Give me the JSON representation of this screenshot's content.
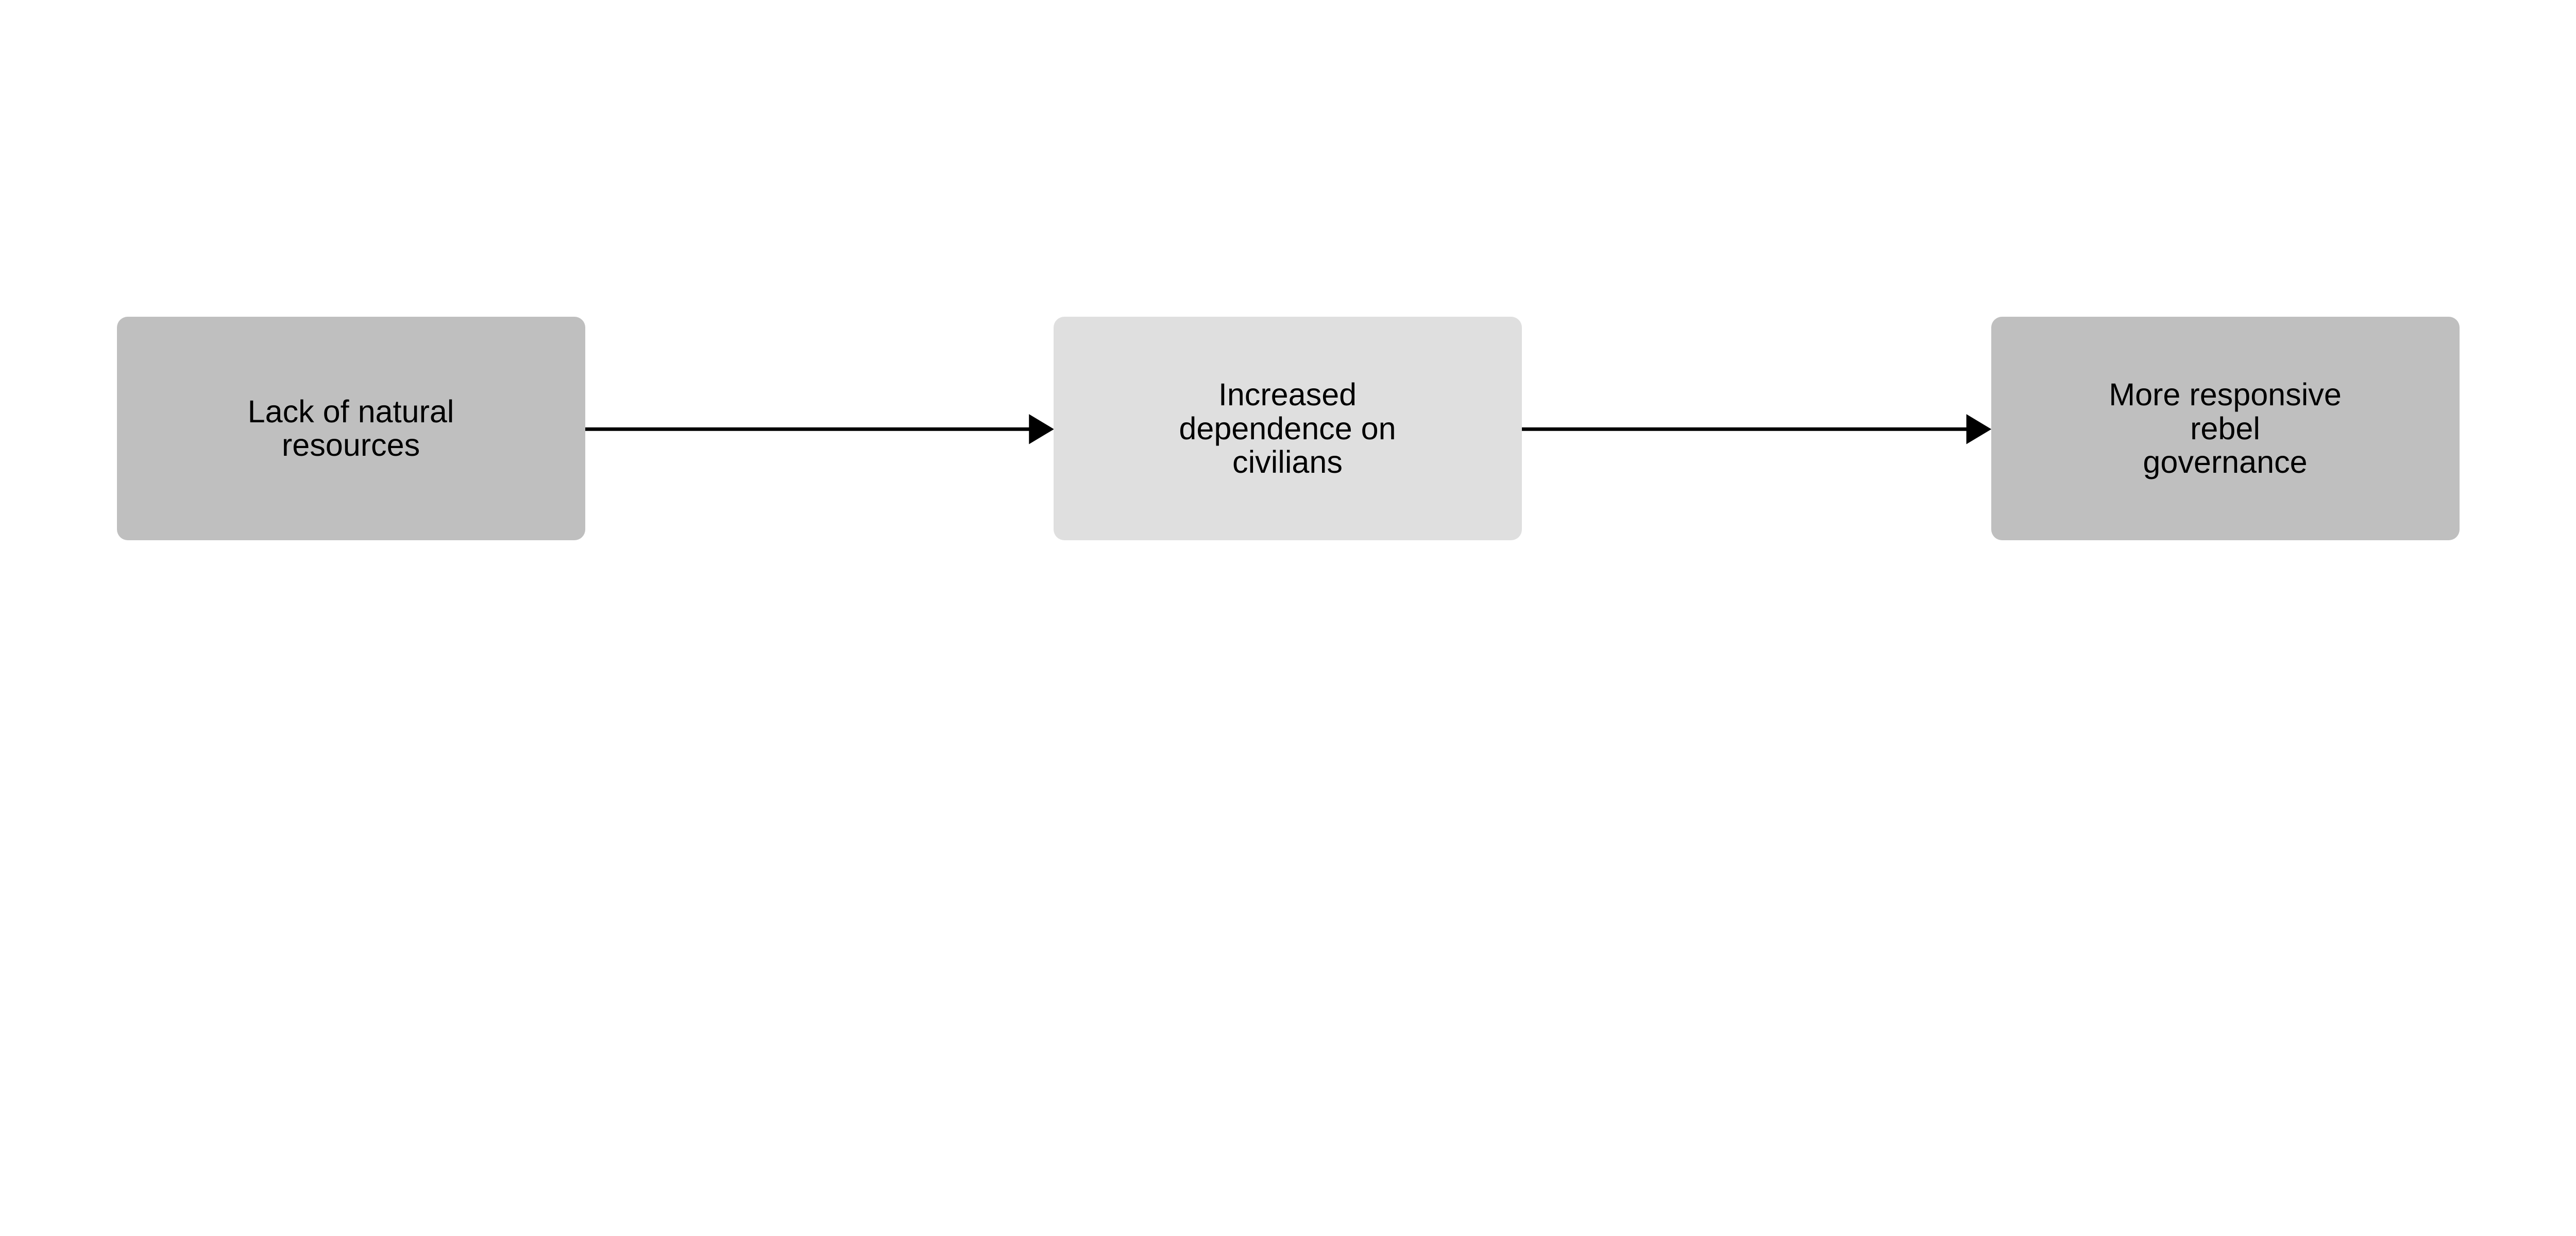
{
  "nodes": [
    {
      "label": "Lack of natural\nresources",
      "fill": "#bfbfbf"
    },
    {
      "label": "Increased\ndependence on\ncivilians",
      "fill": "#dfdfdf"
    },
    {
      "label": "More responsive\nrebel\ngovernance",
      "fill": "#bfbfbf"
    }
  ],
  "edges": [
    {
      "from": 0,
      "to": 1
    },
    {
      "from": 1,
      "to": 2
    }
  ],
  "colors": {
    "edge": "#000000"
  }
}
